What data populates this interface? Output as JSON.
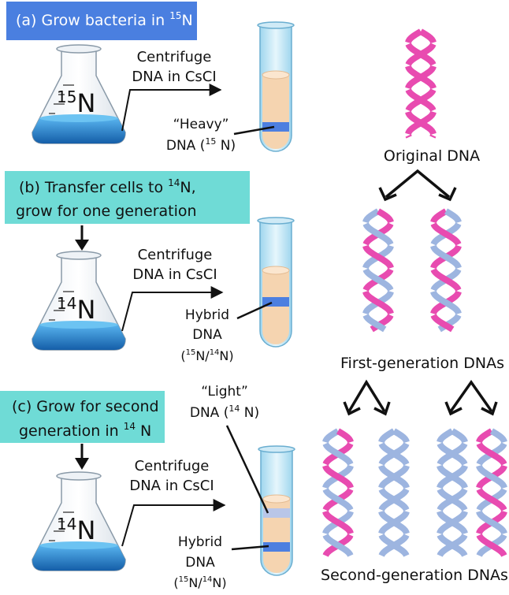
{
  "steps": {
    "a": {
      "text": "(a) Grow bacteria in ",
      "sup": "15",
      "tail": "N",
      "color": "#4a7fe0",
      "text_color": "#ffffff"
    },
    "b": {
      "line1": "(b) Transfer cells to ",
      "line1_sup": "14",
      "line1_tail": "N,",
      "line2": "grow for one generation",
      "color": "#6fdbd6",
      "text_color": "#111111"
    },
    "c": {
      "line1": "(c) Grow for second",
      "line2": "generation in ",
      "line2_sup": "14",
      "line2_tail": " N",
      "color": "#6fdbd6",
      "text_color": "#111111"
    }
  },
  "flasks": {
    "a": {
      "sup": "15",
      "base": "N"
    },
    "b": {
      "sup": "14",
      "base": "N"
    },
    "c": {
      "sup": "14",
      "base": "N"
    }
  },
  "centrifuge": {
    "line1": "Centrifuge",
    "line2": "DNA in CsCI"
  },
  "tube_labels": {
    "heavy": {
      "line1": "“Heavy”",
      "line2": "DNA (",
      "sup": "15",
      "tail": " N)"
    },
    "hybrid_b": {
      "line1": "Hybrid",
      "line2": "DNA",
      "line3a": "(",
      "sup1": "15",
      "mid": "N/",
      "sup2": "14",
      "tail": "N)"
    },
    "light": {
      "line1": "“Light”",
      "line2": "DNA (",
      "sup": "14",
      "tail": " N)"
    },
    "hybrid_c": {
      "line1": "Hybrid",
      "line2": "DNA",
      "line3a": "(",
      "sup1": "15",
      "mid": "N/",
      "sup2": "14",
      "tail": "N)"
    }
  },
  "dna_labels": {
    "original": "Original DNA",
    "first": "First-generation DNAs",
    "second": "Second-generation DNAs"
  },
  "colors": {
    "heavy_strand": "#e84bb0",
    "light_strand": "#9db5e0",
    "band": "#4d7fe0",
    "light_band": "#b9c6e8",
    "tube_fill": "#f5d4b0",
    "flask_liquid": "#2a8fd8"
  }
}
